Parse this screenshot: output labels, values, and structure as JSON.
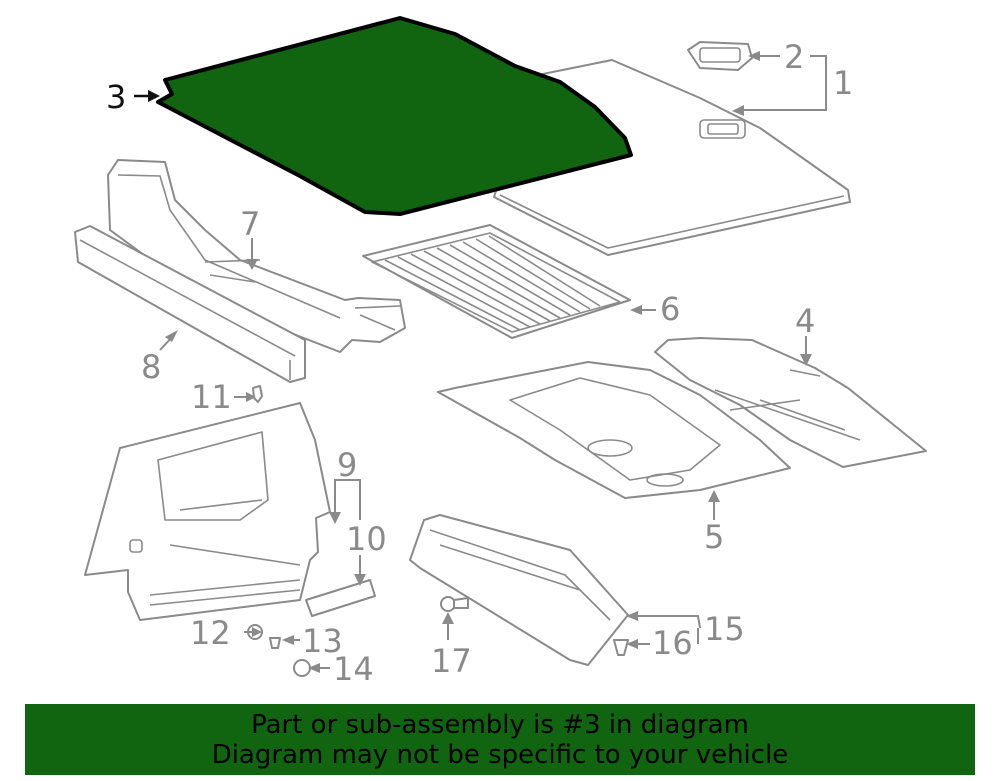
{
  "diagram": {
    "callouts": {
      "c1": "1",
      "c2": "2",
      "c3": "3",
      "c4": "4",
      "c5": "5",
      "c6": "6",
      "c7": "7",
      "c8": "8",
      "c9": "9",
      "c10": "10",
      "c11": "11",
      "c12": "12",
      "c13": "13",
      "c14": "14",
      "c15": "15",
      "c16": "16",
      "c17": "17"
    },
    "highlighted_part": "3"
  },
  "banner": {
    "line1": "Part or sub-assembly is #3 in diagram",
    "line2": "Diagram may not be specific to your vehicle"
  },
  "colors": {
    "highlight": "#116511",
    "line_art": "#8a8a8a",
    "banner_bg": "#116511"
  }
}
